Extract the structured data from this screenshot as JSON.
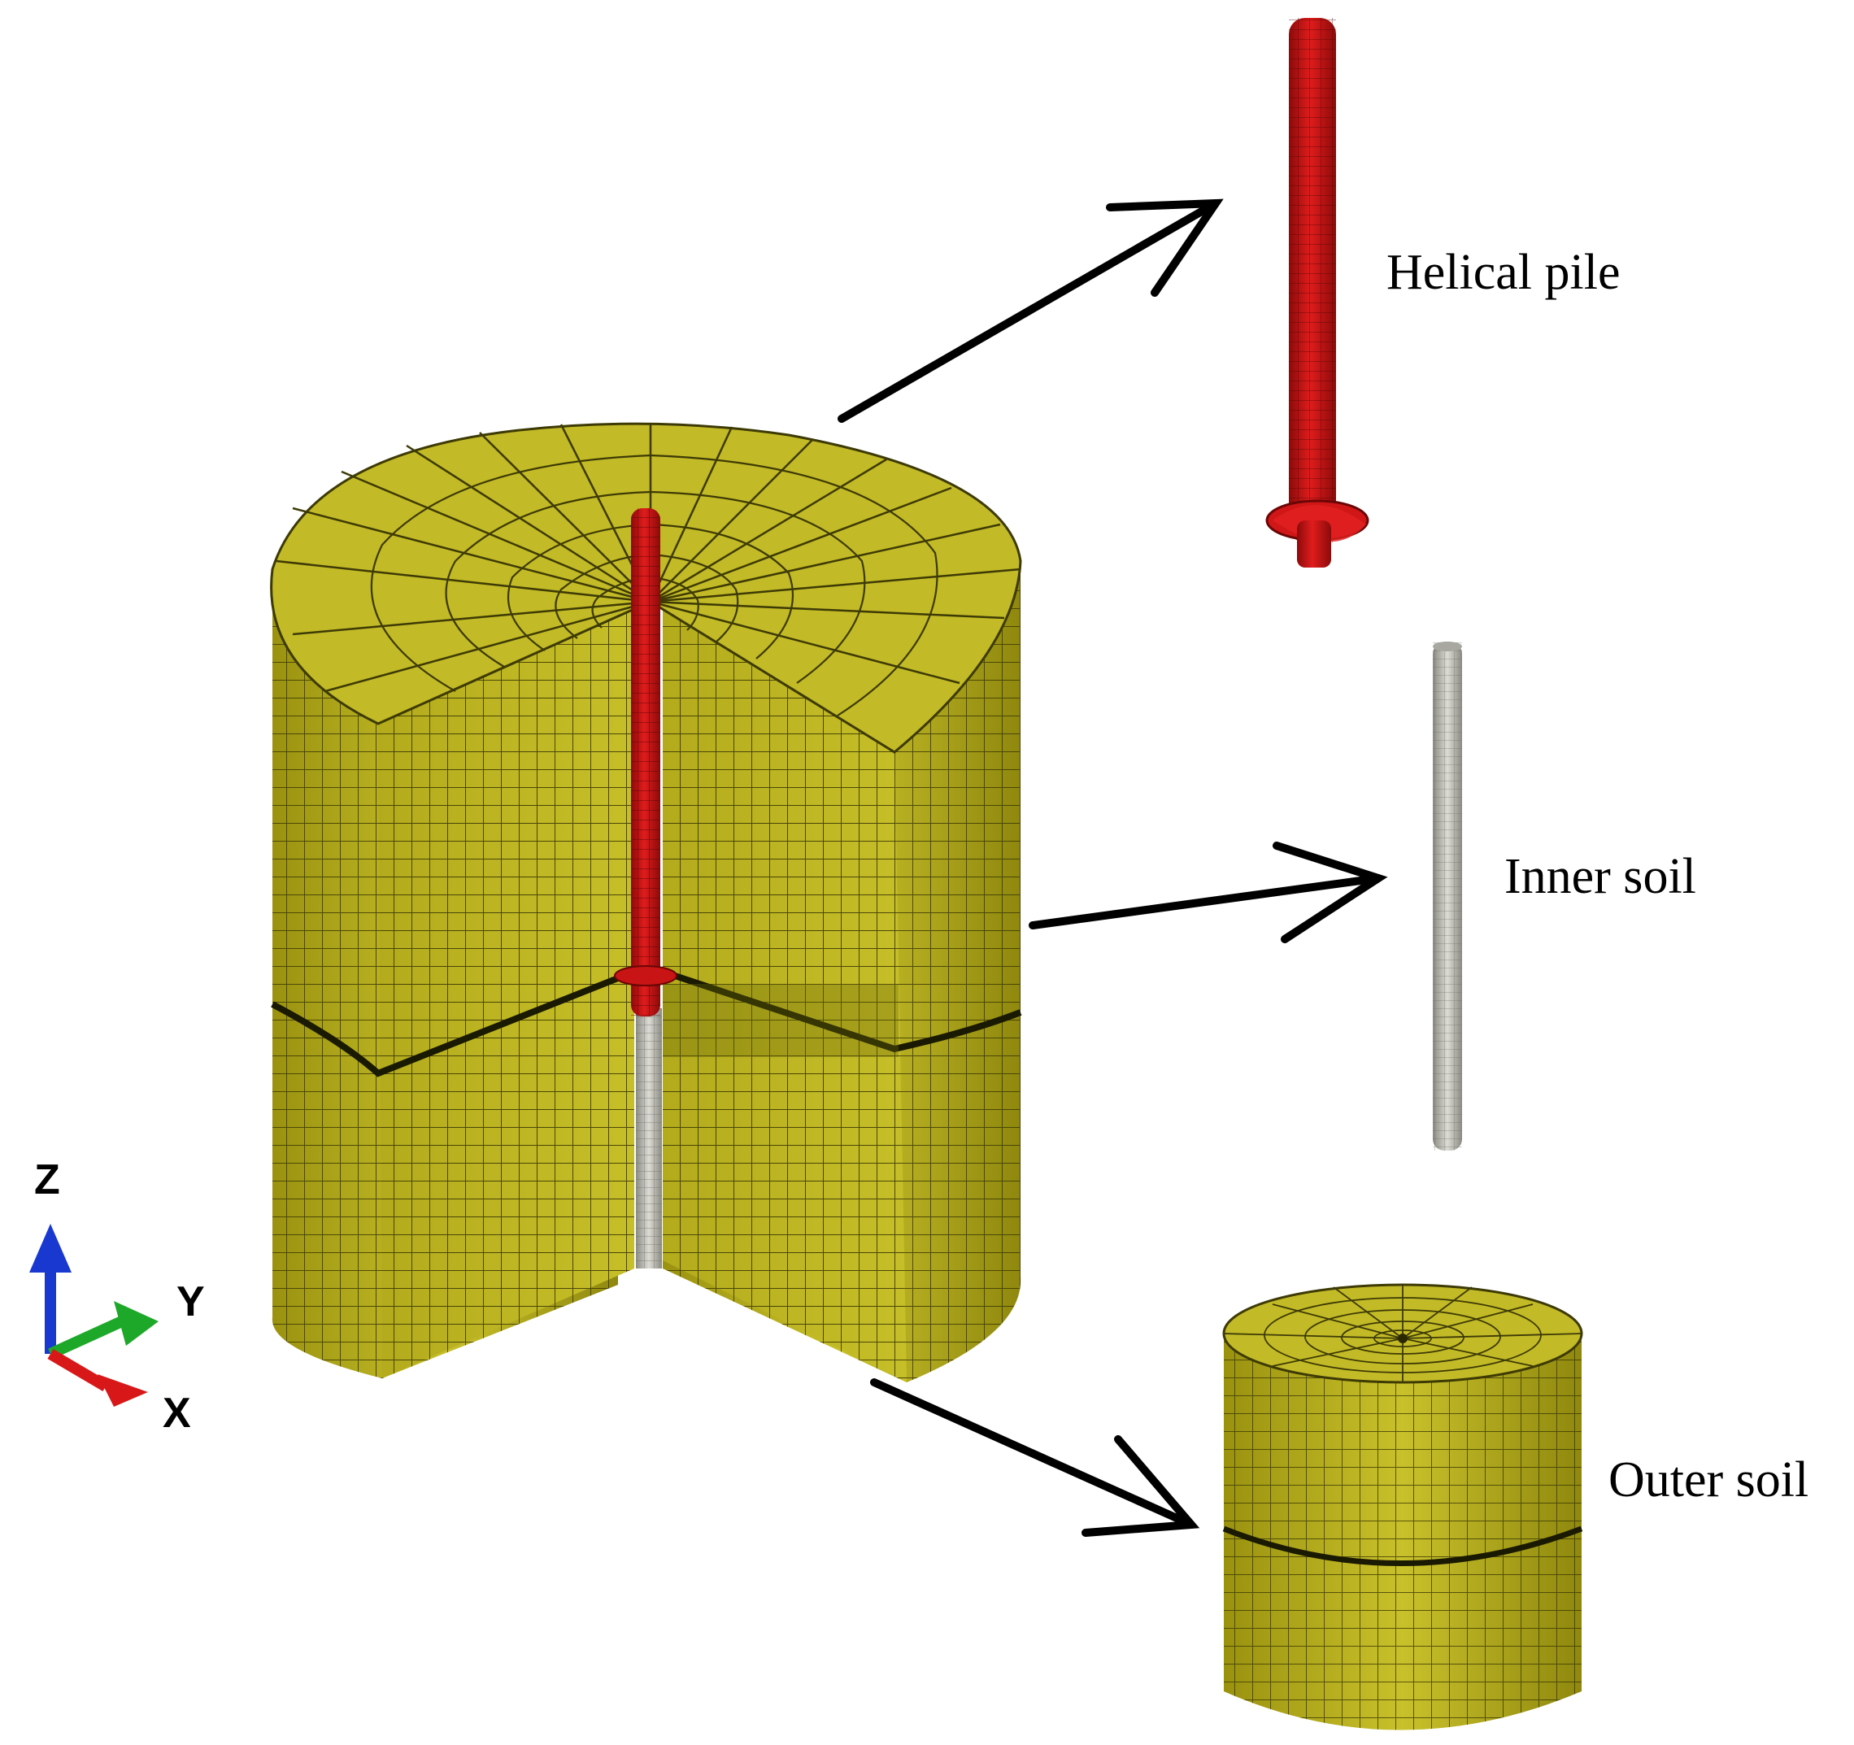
{
  "labels": {
    "helical_pile": "Helical pile",
    "inner_soil": "Inner soil",
    "outer_soil": "Outer soil"
  },
  "triad": {
    "z_label": "Z",
    "y_label": "Y",
    "x_label": "X"
  },
  "colors": {
    "soil": "#b8b01e",
    "soil_mesh": "#3d3a06",
    "pile": "#d41414",
    "inner_soil": "#c8c8c0",
    "axis_z": "#1838d0",
    "axis_y": "#1ea82a",
    "axis_x": "#d81818"
  }
}
